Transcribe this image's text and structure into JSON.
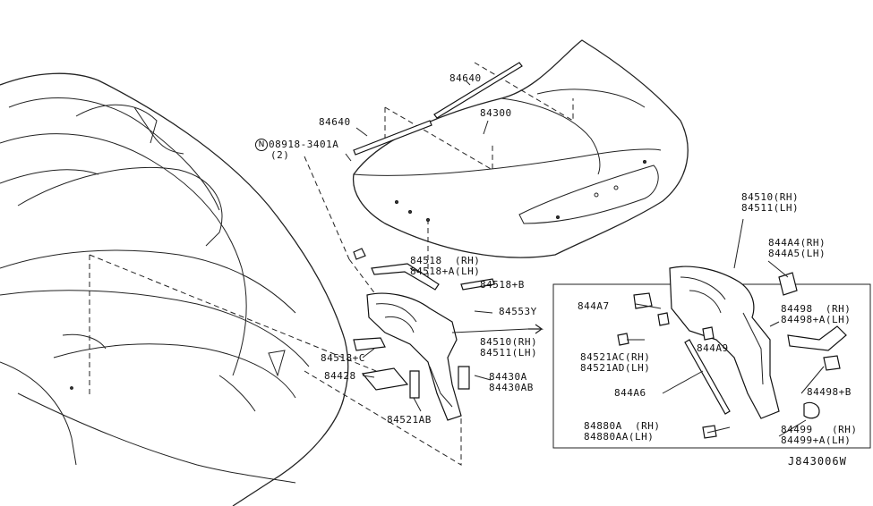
{
  "labels": {
    "hinge_weatherstrip_upper": "84640",
    "hinge_weatherstrip_left": "84640",
    "trunk_lid": "84300",
    "nut_part": "08918-3401A",
    "nut_circle": "N",
    "nut_qty": "(2)",
    "bracket_rh": "84518  (RH)",
    "bracket_lh": "84518+A(LH)",
    "bracket_b": "84518+B",
    "stay": "84553Y",
    "hinge_rh": "84510(RH)",
    "hinge_lh": "84511(LH)",
    "bracket_c": "84518+C",
    "pad": "84428",
    "bolt_a": "84430A",
    "bolt_ab": "84430AB",
    "bolt_bottom": "84521AB",
    "detail_hinge_rh": "84510(RH)",
    "detail_hinge_lh": "84511(LH)",
    "detail_a4_rh": "844A4(RH)",
    "detail_a5_lh": "844A5(LH)",
    "detail_a7": "844A7",
    "detail_498_rh": "84498  (RH)",
    "detail_498a_lh": "84498+A(LH)",
    "detail_a9": "844A9",
    "detail_521ac_rh": "84521AC(RH)",
    "detail_521ad_lh": "84521AD(LH)",
    "detail_a6": "844A6",
    "detail_498b": "84498+B",
    "detail_880a_rh": "84880A  (RH)",
    "detail_880aa_lh": "84880AA(LH)",
    "detail_499_rh": "84499   (RH)",
    "detail_499a_lh": "84499+A(LH)"
  },
  "reference_code": "J843006W"
}
